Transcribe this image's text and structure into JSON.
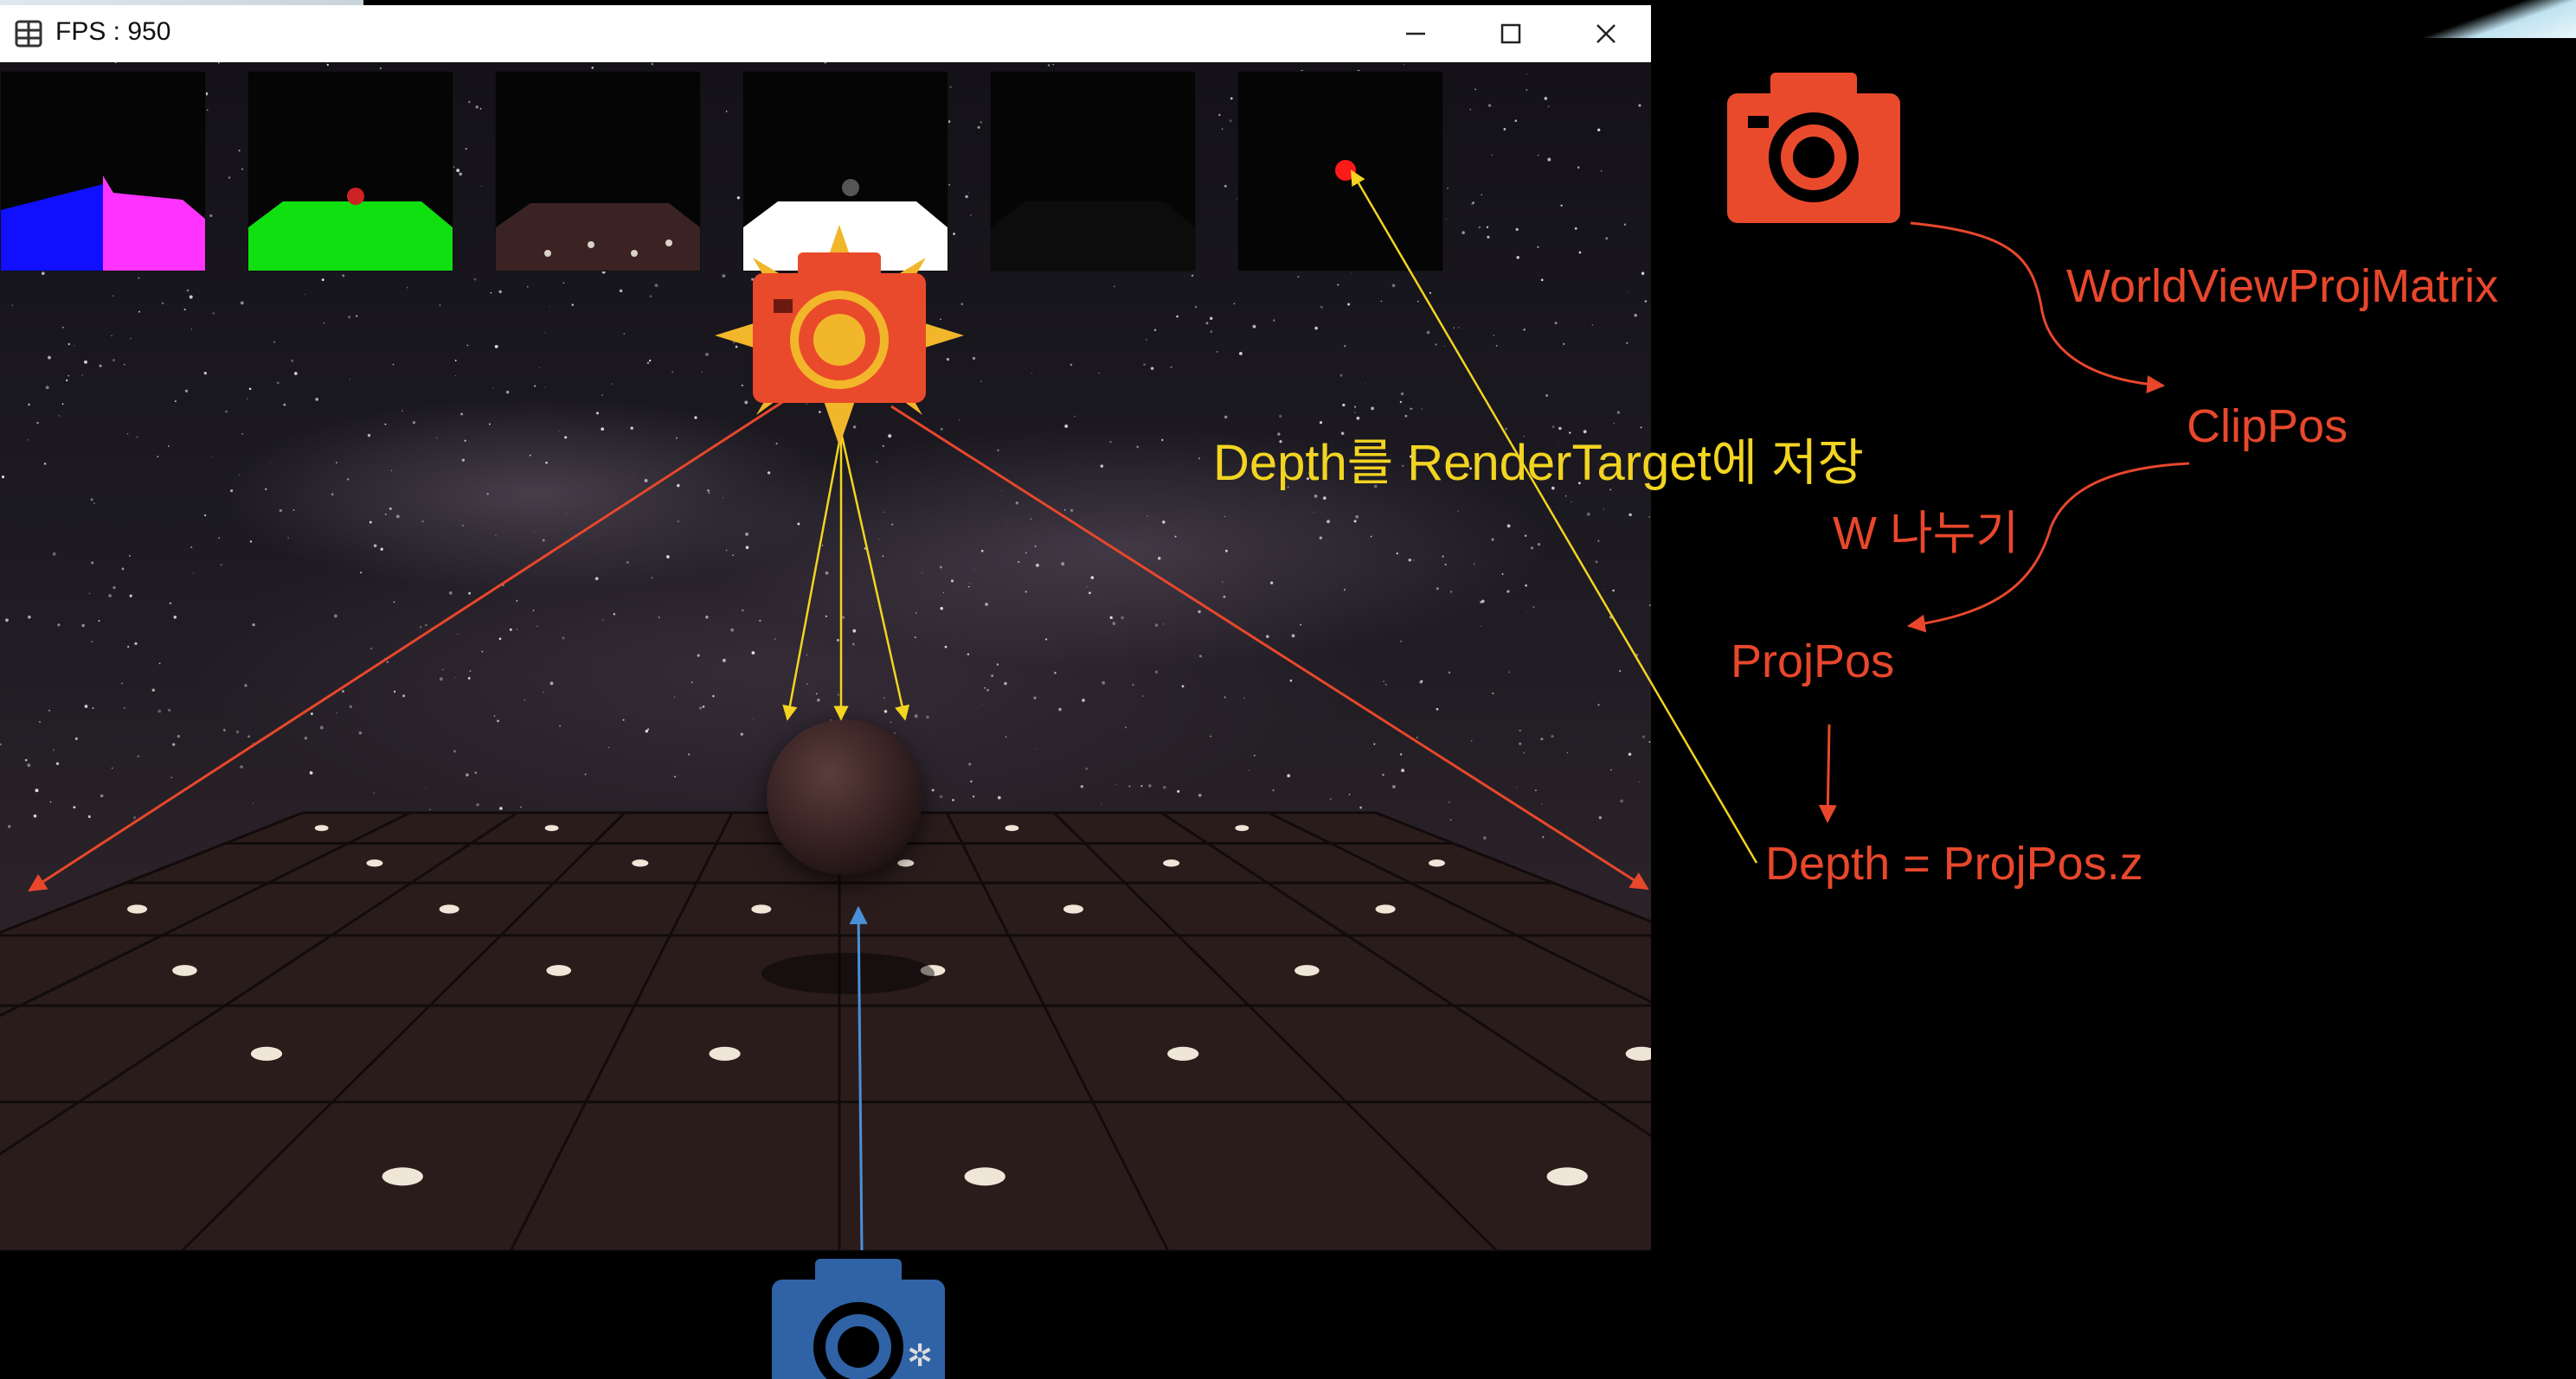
{
  "window": {
    "title": "FPS : 950",
    "icons": {
      "app": "app-grid-icon",
      "minimize": "minimize-icon",
      "maximize": "maximize-icon",
      "close": "close-icon"
    }
  },
  "viewport": {
    "render_targets": [
      {
        "name": "render-target-1",
        "colors": [
          "#1010ff",
          "#ff33ff"
        ]
      },
      {
        "name": "render-target-2",
        "colors": [
          "#10e010"
        ]
      },
      {
        "name": "render-target-3",
        "colors": [
          "#3b2323"
        ]
      },
      {
        "name": "render-target-4",
        "colors": [
          "#ffffff"
        ]
      },
      {
        "name": "render-target-5",
        "colors": [
          "#0c0c0c"
        ]
      },
      {
        "name": "render-target-6",
        "colors": [
          "#000000"
        ]
      }
    ]
  },
  "annotations": {
    "depth_save": "Depth를 RenderTarget에 저장",
    "wvp": "WorldViewProjMatrix",
    "clippos": "ClipPos",
    "w_divide": "W 나누기",
    "projpos": "ProjPos",
    "depth_eq": "Depth = ProjPos.z"
  },
  "colors": {
    "annotation_red": "#e8472c",
    "annotation_yellow": "#f2d421",
    "light_camera": "#ea4a2c",
    "main_camera": "#2f63a6",
    "arrow_blue": "#4a90d9"
  },
  "icons": {
    "light_camera": "camera-icon",
    "sun": "sun-icon",
    "diagram_camera": "camera-icon",
    "main_camera": "camera-icon"
  }
}
